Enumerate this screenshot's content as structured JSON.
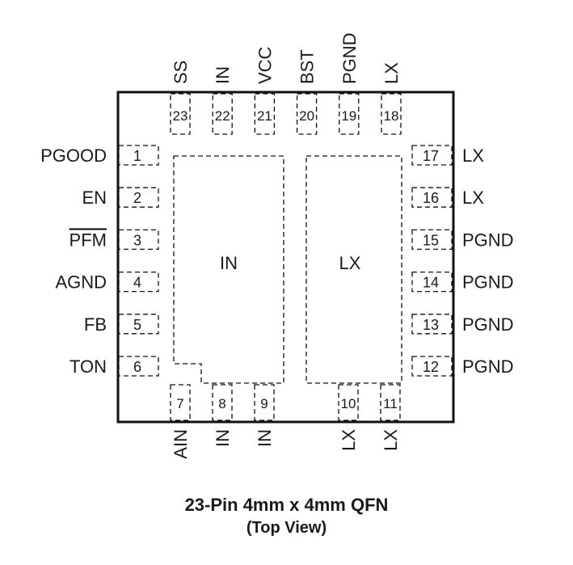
{
  "package": {
    "title": "23-Pin 4mm x 4mm QFN",
    "subtitle": "(Top View)",
    "colors": {
      "outline": "#111111",
      "text": "#1a1a1a",
      "background": "#ffffff"
    }
  },
  "pins": {
    "left": [
      {
        "number": "1",
        "name": "PGOOD",
        "overline": false
      },
      {
        "number": "2",
        "name": "EN",
        "overline": false
      },
      {
        "number": "3",
        "name": "PFM",
        "overline": true
      },
      {
        "number": "4",
        "name": "AGND",
        "overline": false
      },
      {
        "number": "5",
        "name": "FB",
        "overline": false
      },
      {
        "number": "6",
        "name": "TON",
        "overline": false
      }
    ],
    "bottom": [
      {
        "number": "7",
        "name": "AIN"
      },
      {
        "number": "8",
        "name": "IN"
      },
      {
        "number": "9",
        "name": "IN"
      },
      {
        "number": "10",
        "name": "LX"
      },
      {
        "number": "11",
        "name": "LX"
      }
    ],
    "right": [
      {
        "number": "12",
        "name": "PGND"
      },
      {
        "number": "13",
        "name": "PGND"
      },
      {
        "number": "14",
        "name": "PGND"
      },
      {
        "number": "15",
        "name": "PGND"
      },
      {
        "number": "16",
        "name": "LX"
      },
      {
        "number": "17",
        "name": "LX"
      }
    ],
    "top": [
      {
        "number": "23",
        "name": "SS"
      },
      {
        "number": "22",
        "name": "IN"
      },
      {
        "number": "21",
        "name": "VCC"
      },
      {
        "number": "20",
        "name": "BST"
      },
      {
        "number": "19",
        "name": "PGND"
      },
      {
        "number": "18",
        "name": "LX"
      }
    ]
  },
  "pads": [
    {
      "label": "IN"
    },
    {
      "label": "LX"
    }
  ]
}
